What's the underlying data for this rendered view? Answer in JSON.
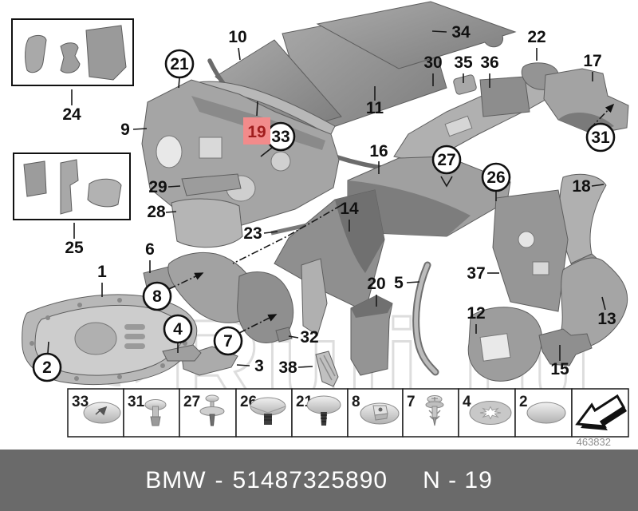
{
  "diagram": {
    "watermark_text": "Ruli.ru",
    "doc_number": "463832",
    "highlight_color": "#f28b8b",
    "highlight_text_color": "#a01d1d",
    "footer_bar_color": "#6a6a6a"
  },
  "callouts": {
    "c1": "1",
    "c2": "2",
    "c3": "3",
    "c4": "4",
    "c5": "5",
    "c6": "6",
    "c7": "7",
    "c8": "8",
    "c9": "9",
    "c10": "10",
    "c11": "11",
    "c12": "12",
    "c13": "13",
    "c14": "14",
    "c15": "15",
    "c16": "16",
    "c17": "17",
    "c18": "18",
    "c19": "19",
    "c20": "20",
    "c21": "21",
    "c22": "22",
    "c23": "23",
    "c24": "24",
    "c25": "25",
    "c26": "26",
    "c27": "27",
    "c28": "28",
    "c29": "29",
    "c30": "30",
    "c31": "31",
    "c32": "32",
    "c33": "33",
    "c34": "34",
    "c35": "35",
    "c36": "36",
    "c37": "37",
    "c38": "38"
  },
  "fasteners": [
    {
      "label": "33",
      "icon": "dome-cap-arrow"
    },
    {
      "label": "31",
      "icon": "expansion-rivet"
    },
    {
      "label": "27",
      "icon": "push-pin-rivet"
    },
    {
      "label": "26",
      "icon": "cap-ribbed-pin"
    },
    {
      "label": "21",
      "icon": "cap-screw"
    },
    {
      "label": "8",
      "icon": "washer-square-nut"
    },
    {
      "label": "7",
      "icon": "screw-expansion-rivet"
    },
    {
      "label": "4",
      "icon": "star-lock-washer"
    },
    {
      "label": "2",
      "icon": "cover-cap"
    },
    {
      "label": "",
      "icon": "continue-arrow"
    }
  ],
  "footer": {
    "brand": "BMW",
    "separator": "-",
    "part_number": "51487325890",
    "sheet_code": "N - 19"
  }
}
